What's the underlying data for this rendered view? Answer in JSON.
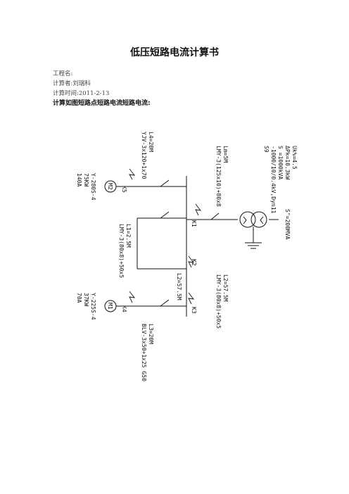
{
  "document": {
    "title": "低压短路电流计算书",
    "project_label": "工程名:",
    "calculator_label": "计算者:刘瑞科",
    "calc_time_label": "计算时间:2011-2-13",
    "lead_text": "计算如图短路点短路电流短路电流:"
  },
  "diagram": {
    "transformer": {
      "lines": [
        "Uk%=4.5",
        "ΔPk=10.3kW",
        "S =1000kVA",
        "-1000/10/0.4kV,Dyn11",
        "S9"
      ],
      "symbol": "transformer-icon"
    },
    "system": {
      "label": "S\"=200MVA"
    },
    "bus_feeder": {
      "lines": [
        "Lm=5M",
        "LMY-3(125x10)+80x8"
      ]
    },
    "line_L4": {
      "lines": [
        "L4=20M",
        "YJV-3x120+1x70"
      ]
    },
    "motor_M2": {
      "label": "M2",
      "lines": [
        "Y-280S-4",
        "75KW",
        "140A"
      ]
    },
    "line_L1": {
      "lines": [
        "L1=2.5M",
        "LMY-3(80x8)+50x5"
      ]
    },
    "line_L2_left": {
      "lines": [
        "L2=57.5M"
      ]
    },
    "line_L2_right": {
      "lines": [
        "L2=57.5M",
        "LMY-3(80x8)+50x5"
      ]
    },
    "line_L3": {
      "lines": [
        "L3=20M",
        "BLV-3x50+1x25 G50"
      ]
    },
    "motor_M1": {
      "label": "M1",
      "lines": [
        "Y-225S-4",
        "37KW",
        "70A"
      ]
    },
    "points": {
      "k1": "K1",
      "k2": "K2",
      "k3": "K3",
      "k4": "K4",
      "k5": "K5"
    }
  }
}
